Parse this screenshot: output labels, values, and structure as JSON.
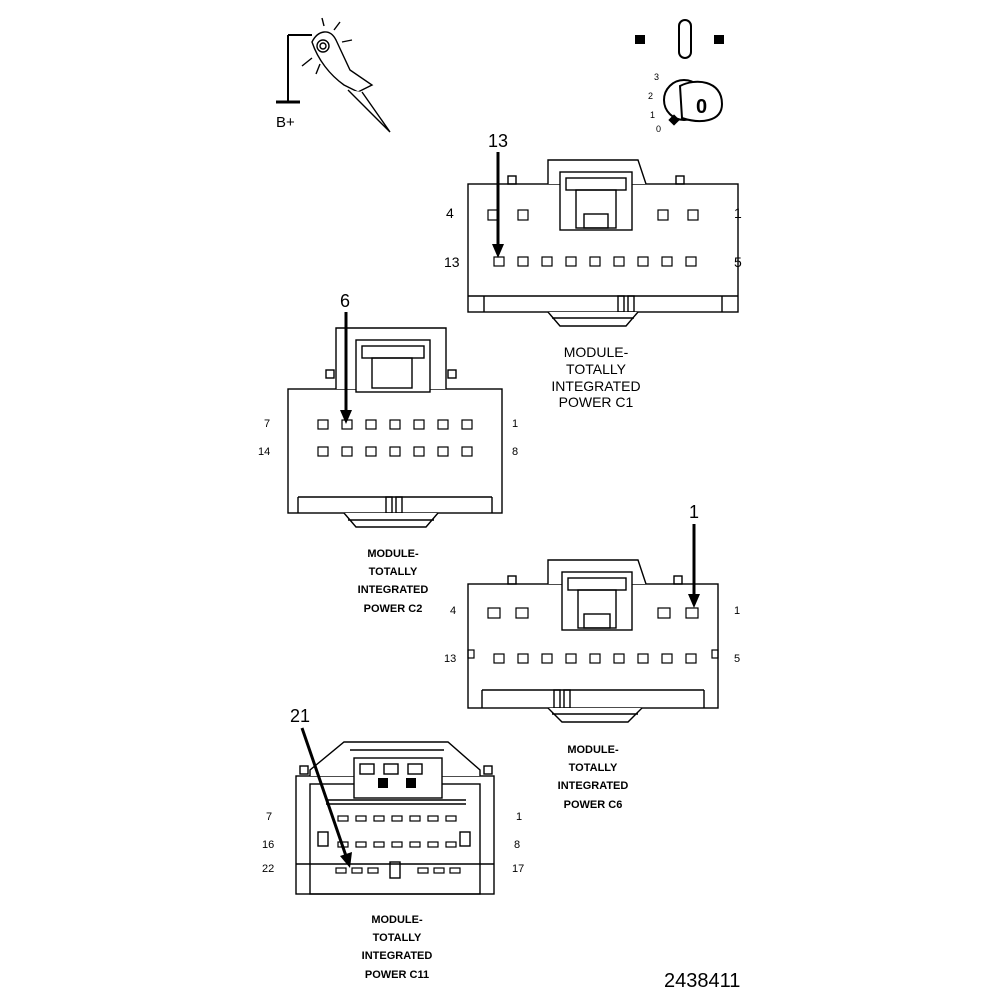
{
  "test_light": {
    "terminal_label": "B+"
  },
  "ignition_switch": {
    "positions": [
      "3",
      "2",
      "1",
      "0"
    ],
    "key_label": "0"
  },
  "connectors": {
    "c1": {
      "caption_lines": [
        "MODULE-",
        "TOTALLY",
        "INTEGRATED",
        "POWER C1"
      ],
      "pin_labels": {
        "top_left": "4",
        "top_right": "1",
        "bottom_left": "13",
        "bottom_right": "5"
      },
      "callout": "13"
    },
    "c2": {
      "caption_lines": [
        "MODULE-",
        "TOTALLY",
        "INTEGRATED",
        "POWER C2"
      ],
      "pin_labels": {
        "top_left": "7",
        "top_right": "1",
        "bottom_left": "14",
        "bottom_right": "8"
      },
      "callout": "6"
    },
    "c6": {
      "caption_lines": [
        "MODULE-",
        "TOTALLY",
        "INTEGRATED",
        "POWER C6"
      ],
      "pin_labels": {
        "top_left": "4",
        "top_right": "1",
        "bottom_left": "13",
        "bottom_right": "5"
      },
      "callout": "1"
    },
    "c11": {
      "caption_lines": [
        "MODULE-",
        "TOTALLY",
        "INTEGRATED",
        "POWER C11"
      ],
      "pin_labels": {
        "row1_left": "7",
        "row1_right": "1",
        "row2_left": "16",
        "row2_right": "8",
        "row3_left": "22",
        "row3_right": "17"
      },
      "callout": "21"
    }
  },
  "figure_number": "2438411"
}
